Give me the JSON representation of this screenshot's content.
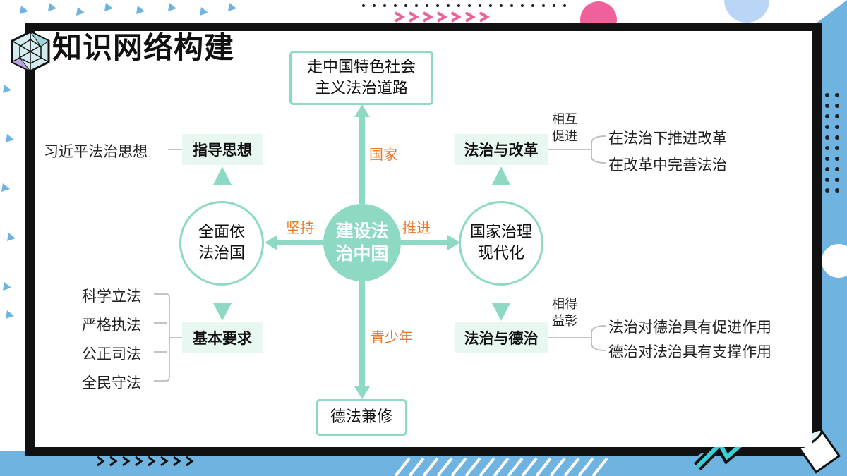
{
  "title": "知识网络构建",
  "center": {
    "line1": "建设法",
    "line2": "治中国"
  },
  "top_box": {
    "line1": "走中国特色社会",
    "line2": "主义法治道路"
  },
  "bottom_box": "德法兼修",
  "left_circle": {
    "line1": "全面依",
    "line2": "法治国"
  },
  "right_circle": {
    "line1": "国家治理",
    "line2": "现代化"
  },
  "labels": {
    "top": "国家",
    "left": "坚持",
    "right": "推进",
    "bottom": "青少年"
  },
  "guide": {
    "label": "指导思想",
    "item": "习近平法治思想"
  },
  "requirements": {
    "label": "基本要求",
    "items": [
      "科学立法",
      "严格执法",
      "公正司法",
      "全民守法"
    ]
  },
  "reform": {
    "label": "法治与改革",
    "relation": {
      "line1": "相互",
      "line2": "促进"
    },
    "items": [
      "在法治下推进改革",
      "在改革中完善法治"
    ]
  },
  "morality": {
    "label": "法治与德治",
    "relation": {
      "line1": "相得",
      "line2": "益彰"
    },
    "items": [
      "法治对德治具有促进作用",
      "德治对法治具有支撑作用"
    ]
  },
  "colors": {
    "accent": "#8ed9c4",
    "label_orange": "#e8792a",
    "frame": "#111111",
    "deco_blue": "#6fb3e0",
    "deco_pink": "#f0609a"
  }
}
